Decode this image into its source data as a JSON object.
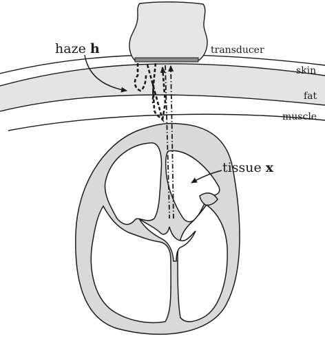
{
  "labels": {
    "haze_word": "haze",
    "haze_symbol": "h",
    "transducer": "transducer",
    "skin": "skin",
    "fat": "fat",
    "muscle": "muscle",
    "tissue_word": "tissue",
    "tissue_symbol": "x"
  },
  "colors": {
    "fat_layer": "#e4e4e4",
    "tissue": "#d9d9d9",
    "transducer": "#e6e6e6",
    "outline": "#1a1a1a"
  }
}
